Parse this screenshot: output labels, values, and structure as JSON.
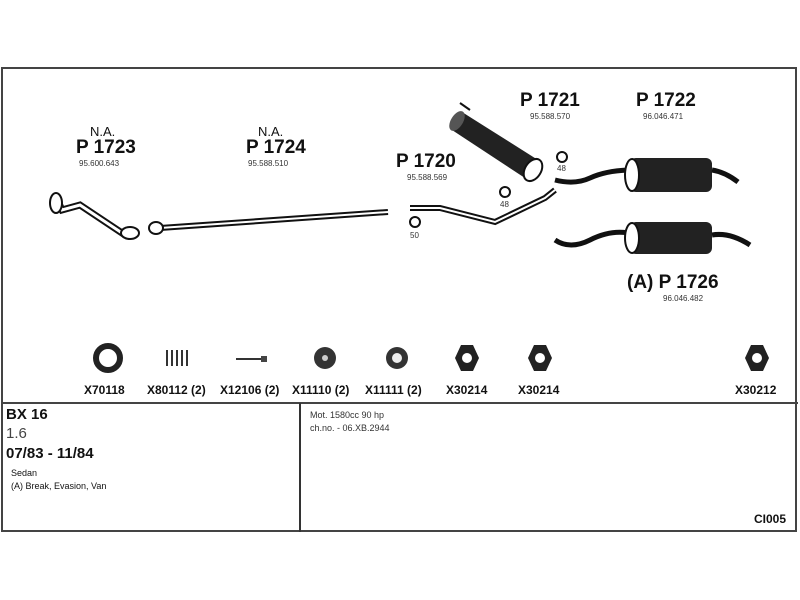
{
  "parts": [
    {
      "pre": "N.A.",
      "number": "P 1723",
      "code": "95.600.643"
    },
    {
      "pre": "N.A.",
      "number": "P 1724",
      "code": "95.588.510"
    },
    {
      "number": "P 1720",
      "code": "95.588.569"
    },
    {
      "number": "P 1721",
      "code": "95.588.570"
    },
    {
      "number": "P 1722",
      "code": "96.046.471"
    },
    {
      "number": "(A) P 1726",
      "code": "96.046.482"
    }
  ],
  "clamp_sizes": [
    "48",
    "48",
    "50"
  ],
  "fittings": [
    "X70118",
    "X80112 (2)",
    "X12106 (2)",
    "X11110 (2)",
    "X11111 (2)",
    "X30214",
    "X30214",
    "X30212"
  ],
  "vehicle": {
    "model": "BX 16",
    "engine": "1.6",
    "years": "07/83 - 11/84",
    "body": "Sedan",
    "body_alt": "(A) Break, Evasion, Van"
  },
  "specs": {
    "motor": "Mot. 1580cc 90 hp",
    "chassis": "ch.no. - 06.XB.2944"
  },
  "diagram_id": "CI005"
}
